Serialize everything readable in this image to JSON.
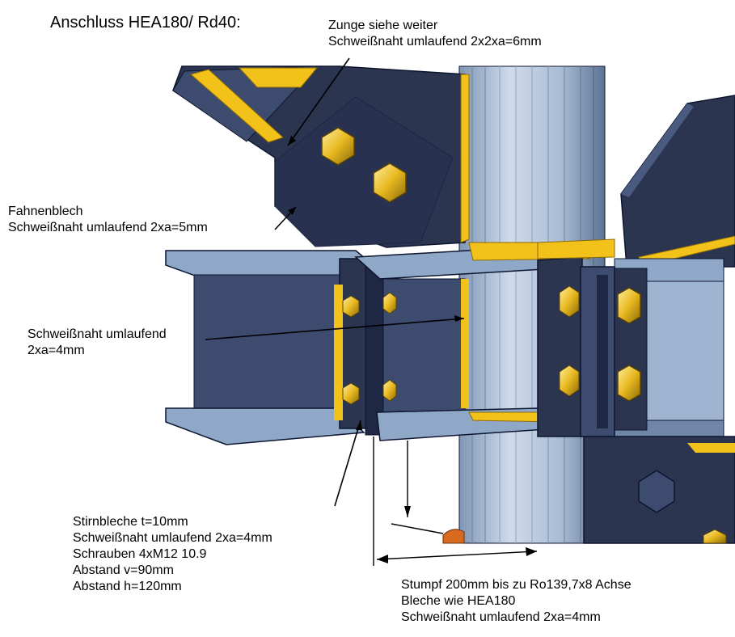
{
  "title": "Anschluss HEA180/ Rd40:",
  "labels": {
    "zunge": [
      "Zunge  siehe weiter",
      "Schweißnaht umlaufend 2x2xa=6mm"
    ],
    "fahnenblech": [
      "Fahnenblech",
      "Schweißnaht umlaufend 2xa=5mm"
    ],
    "beam_weld": [
      "Schweißnaht umlaufend",
      "2xa=4mm"
    ],
    "stirnbleche": [
      "Stirnbleche t=10mm",
      "Schweißnaht umlaufend 2xa=4mm",
      "Schrauben 4xM12 10.9",
      "Abstand v=90mm",
      "Abstand h=120mm"
    ],
    "stumpf": [
      "Stumpf 200mm bis zu Ro139,7x8 Achse",
      "Bleche wie HEA180",
      "Schweißnaht umlaufend 2xa=4mm"
    ]
  },
  "colors": {
    "steel_dark": "#2b3550",
    "steel_mid": "#3d4b6e",
    "steel_light": "#8fa8c8",
    "column": "#aebfd6",
    "weld": "#f2c21a",
    "outline": "#0d1530"
  }
}
